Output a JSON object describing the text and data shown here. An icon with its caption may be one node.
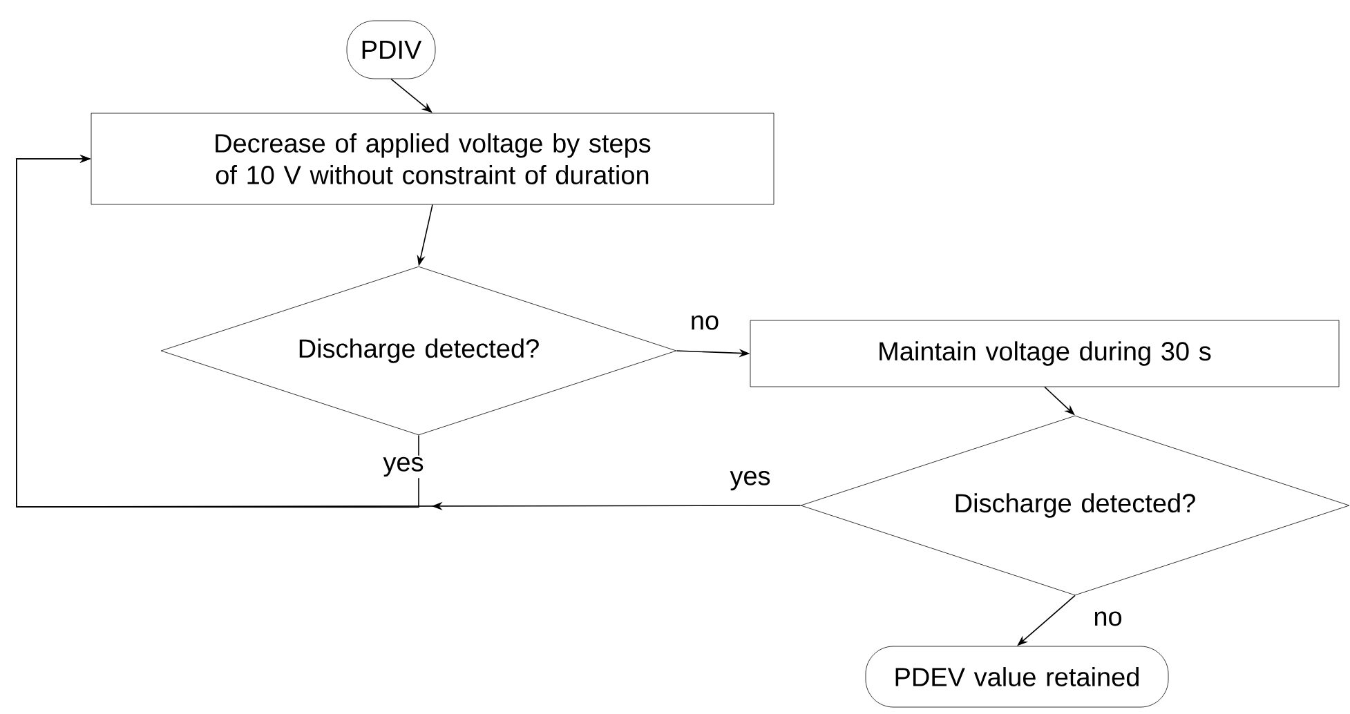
{
  "diagram": {
    "nodes": [
      {
        "text": [
          "PDIV"
        ]
      },
      {
        "text": [
          "Decrease of applied voltage by steps of 10 V without constraint of duration"
        ]
      },
      {
        "text": [
          "Discharge detected?"
        ]
      },
      {
        "text": [
          "Maintain voltage during 30 s"
        ]
      },
      {
        "text": [
          "Discharge detected?"
        ]
      },
      {
        "text": [
          "PDEV value retained"
        ]
      }
    ],
    "edges": [
      {
        "from": 0,
        "to": 1,
        "arrow": "to"
      },
      {
        "from": 1,
        "to": 2,
        "arrow": "to"
      },
      {
        "from": 2,
        "to": 3,
        "arrow": "to",
        "label": "no"
      },
      {
        "from": 3,
        "to": 4,
        "arrow": "to"
      },
      {
        "from": 4,
        "to": 5,
        "arrow": "to",
        "label": "no"
      },
      {
        "from": 2,
        "to": 1,
        "arrow": "to",
        "label": "yes"
      },
      {
        "from": 4,
        "to": 1,
        "arrow": "to",
        "label": "yes"
      }
    ]
  }
}
